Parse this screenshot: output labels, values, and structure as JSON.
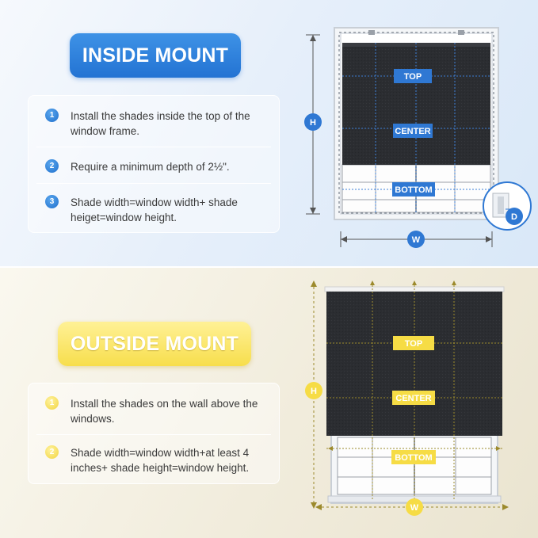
{
  "inside": {
    "title": "INSIDE MOUNT",
    "steps": [
      {
        "number": "1",
        "text": "Install the shades inside the top of the window frame."
      },
      {
        "number": "2",
        "text": "Require a minimum depth of 2½\"."
      },
      {
        "number": "3",
        "text": "Shade width=window width+ shade heiget=window height."
      }
    ],
    "diagram": {
      "top": "TOP",
      "center": "CENTER",
      "bottom": "BOTTOM",
      "h": "H",
      "w": "W",
      "d": "D"
    }
  },
  "outside": {
    "title": "OUTSIDE MOUNT",
    "steps": [
      {
        "number": "1",
        "text": "Install the shades on the wall above the windows."
      },
      {
        "number": "2",
        "text": "Shade width=window width+at least 4 inches+ shade height=window height."
      }
    ],
    "diagram": {
      "top": "TOP",
      "center": "CENTER",
      "bottom": "BOTTOM",
      "h": "H",
      "w": "W"
    }
  },
  "colors": {
    "inside_accent": "#2373d3",
    "outside_accent": "#f1d43e",
    "shade_fabric": "#2b2d31"
  }
}
